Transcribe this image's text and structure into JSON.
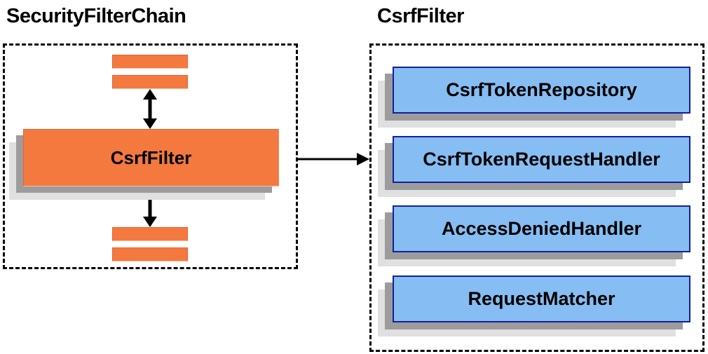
{
  "diagram": {
    "left_panel": {
      "title": "SecurityFilterChain",
      "filter_label": "CsrfFilter",
      "placeholder_bar_count": 4
    },
    "right_panel": {
      "title": "CsrfFilter",
      "components": [
        "CsrfTokenRepository",
        "CsrfTokenRequestHandler",
        "AccessDeniedHandler",
        "RequestMatcher"
      ]
    },
    "icons": {
      "double_arrow": "↕",
      "flow_arrow": "→"
    },
    "colors": {
      "orange-fill": "#F3793F",
      "orange-border-dark": "#E66038",
      "orange-border-light": "#F9C0A0",
      "blue-fill": "#86BDF2",
      "blue-border": "#12209A",
      "shadow-dark": "#9C9C9C",
      "shadow-light": "#E0E0E0",
      "outline": "#000000",
      "text": "#000000"
    }
  }
}
